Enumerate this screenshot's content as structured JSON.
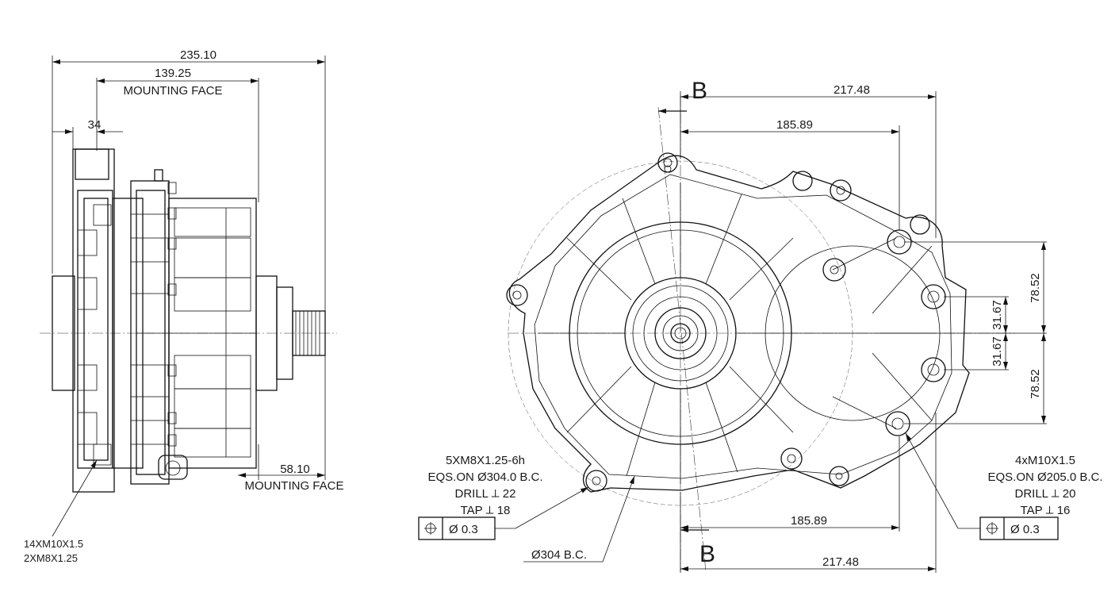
{
  "side_view": {
    "overall_length": "235.10",
    "mounting_face_offset": "139.25",
    "mounting_face_label_top": "MOUNTING FACE",
    "flange_width": "34",
    "shaft_extension": "58.10",
    "mounting_face_label_bottom": "MOUNTING FACE",
    "note_line1": "14XM10X1.5",
    "note_line2": "2XM8X1.25"
  },
  "front_view": {
    "section_marker_top": "B",
    "section_marker_bottom": "B",
    "dim_top_outer": "217.48",
    "dim_top_inner": "185.89",
    "dim_bottom_inner": "185.89",
    "dim_bottom_outer": "217.48",
    "dim_right_upper": "78.52",
    "dim_right_lower": "78.52",
    "dim_right_inner_upper": "31.67",
    "dim_right_inner_lower": "31.67",
    "bolt_circle": "Ø304 B.C.",
    "left_callout": {
      "line1": "5XM8X1.25-6h",
      "line2": "EQS.ON Ø304.0 B.C.",
      "line3": "DRILL ⟂ 22",
      "line4": "TAP ⟂ 18",
      "tolerance_symbol": "⌖",
      "tolerance_value": "Ø  0.3"
    },
    "right_callout": {
      "line1": "4xM10X1.5",
      "line2": "EQS.ON Ø205.0 B.C.",
      "line3": "DRILL ⟂ 20",
      "line4": "TAP ⟂ 16",
      "tolerance_symbol": "⌖",
      "tolerance_value": "Ø  0.3"
    }
  }
}
